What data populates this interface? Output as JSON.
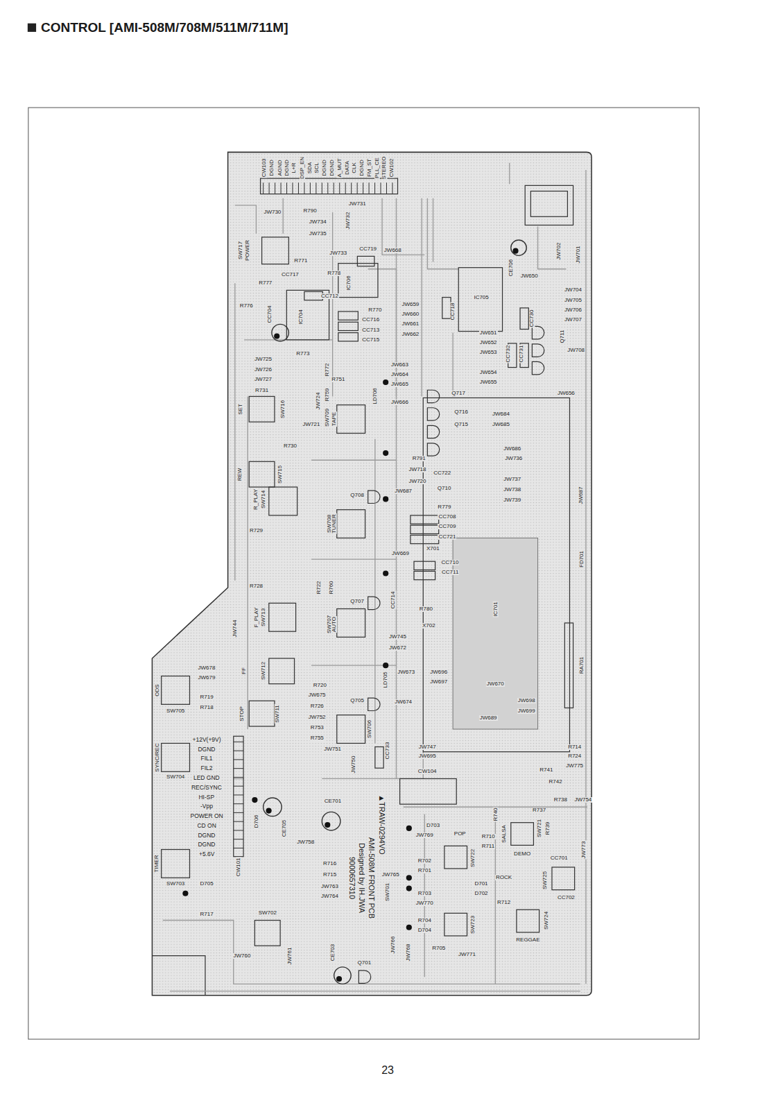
{
  "diagram": {
    "title": "CONTROL [AMI-508M/708M/511M/711M]",
    "labels": [
      "CW103",
      "DGND",
      "AGND",
      "DGND",
      "L+R",
      "DSP_EN",
      "SDA",
      "SCL",
      "DGND",
      "DGND",
      "A_MUT",
      "DATA",
      "CLK",
      "DGND",
      "FM_ST",
      "PLL_CE",
      "STEREO",
      "CW102",
      "JW730",
      "R790",
      "JW734",
      "JW735",
      "JW731",
      "JW732",
      "SW717",
      "POWER",
      "R771",
      "R777",
      "CC717",
      "JW733",
      "CC719",
      "JW668",
      "R778",
      "IC706",
      "CC712",
      "R776",
      "CC704",
      "IC704",
      "R770",
      "CC716",
      "CC713",
      "CC715",
      "JW659",
      "JW660",
      "JW661",
      "JW662",
      "CC718",
      "CE706",
      "IC705",
      "JW650",
      "JW704",
      "JW705",
      "JW706",
      "JW707",
      "JW708",
      "JW701",
      "JW702",
      "CC730",
      "JW651",
      "JW652",
      "JW653",
      "CC732",
      "CC731",
      "JW654",
      "JW655",
      "JW656",
      "Q711",
      "Q717",
      "Q716",
      "Q715",
      "JW684",
      "JW685",
      "JW686",
      "JW736",
      "JW737",
      "JW738",
      "JW739",
      "JW725",
      "JW726",
      "JW727",
      "R731",
      "SW716",
      "SET",
      "R773",
      "R772",
      "R751",
      "R759",
      "JW724",
      "JW721",
      "SW709",
      "TAPE",
      "LD706",
      "JW663",
      "JW664",
      "JW665",
      "JW666",
      "R730",
      "SW715",
      "REW",
      "SW714",
      "R_PLAY",
      "R729",
      "R728",
      "SW713",
      "F_PLAY",
      "FF",
      "SW712",
      "JW744",
      "JW678",
      "JW679",
      "Q708",
      "SW708",
      "TUNER",
      "R791",
      "CC722",
      "JW718",
      "JW720",
      "JW687",
      "Q710",
      "R779",
      "CC708",
      "CC709",
      "CC721",
      "X701",
      "JW669",
      "CC710",
      "CC711",
      "R780",
      "X702",
      "CC714",
      "Q707",
      "SW707",
      "AUTO",
      "R760",
      "R722",
      "JW745",
      "JW672",
      "JW673",
      "JW696",
      "JW697",
      "JW670",
      "JW698",
      "JW699",
      "JW689",
      "JW674",
      "LD705",
      "Q705",
      "R720",
      "JW675",
      "R726",
      "JW752",
      "R753",
      "R755",
      "JW751",
      "SW711",
      "STOP",
      "SW706",
      "IC701",
      "RA701",
      "FD701",
      "JW687",
      "JW747",
      "JW695",
      "CW104",
      "R714",
      "R724",
      "JW775",
      "R741",
      "R742",
      "R738",
      "JW754",
      "R737",
      "R740",
      "SW721",
      "R739",
      "SALSA",
      "DEMO",
      "CC701",
      "JW773",
      "SW725",
      "CC702",
      "SW724",
      "REGGAE",
      "SW723",
      "R712",
      "ROCK",
      "SW722",
      "R711",
      "R710",
      "D703",
      "POP",
      "JW769",
      "R702",
      "R701",
      "D701",
      "D702",
      "R703",
      "JW770",
      "R704",
      "D704",
      "R705",
      "JW771",
      "JW765",
      "JW768",
      "JW766",
      "JW763",
      "JW764",
      "R716",
      "R715",
      "Q701",
      "CE703",
      "JW761",
      "JW760",
      "SW702",
      "SW701",
      "▲TRAW-0294VO",
      "AMI-508M FRONT PCB",
      "Designed by IH.JWA",
      "9000657310",
      "+12V(+9V)",
      "DGND",
      "FIL1",
      "FIL2",
      "LED GND",
      "REC/SYNC",
      "HI-SP",
      "-Vpp",
      "POWER ON",
      "CD ON",
      "DGND",
      "DGND",
      "+5.6V",
      "CW101",
      "SW704",
      "SYNC/REC",
      "SW703",
      "TIMER",
      "D705",
      "R717",
      "ODS",
      "SW705",
      "R719",
      "R718",
      "D706",
      "CE705",
      "JW758",
      "CE701",
      "CC733",
      "JW750",
      "23"
    ]
  }
}
